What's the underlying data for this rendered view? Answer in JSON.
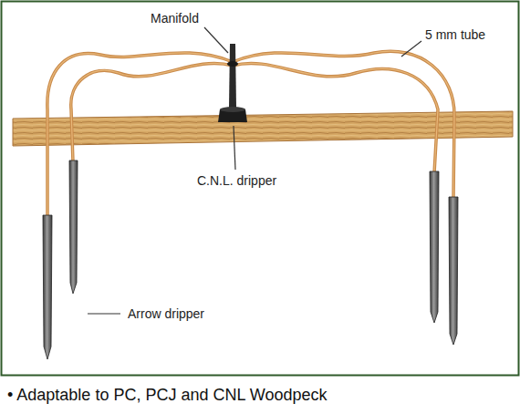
{
  "diagram": {
    "caption": "• Adaptable to PC, PCJ and CNL Woodpeck",
    "labels": [
      "Manifold",
      "5 mm tube",
      "C.N.L. dripper",
      "Arrow dripper"
    ]
  }
}
